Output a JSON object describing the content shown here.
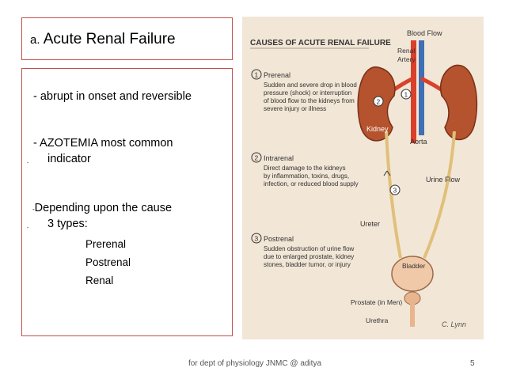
{
  "title": {
    "prefix": "a.",
    "text": "Acute Renal Failure"
  },
  "bullets": {
    "onset": "- abrupt in onset and reversible",
    "azotemia_1": "- AZOTEMIA most common",
    "azotemia_2": "indicator",
    "depending_dash": "-",
    "depending": "Depending upon the cause",
    "types": "3 types:",
    "marker": "-"
  },
  "types_list": [
    "Prerenal",
    "Postrenal",
    "Renal"
  ],
  "figure": {
    "heading": "CAUSES OF ACUTE RENAL FAILURE",
    "labels": {
      "blood_flow": "Blood Flow",
      "renal_artery_1": "Renal",
      "renal_artery_2": "Artery",
      "kidney": "Kidney",
      "aorta": "Aorta",
      "urine_flow": "Urine Flow",
      "ureter": "Ureter",
      "bladder": "Bladder",
      "prostate": "Prostate (in Men)",
      "urethra": "Urethra",
      "signature": "C. Lynn"
    },
    "causes": [
      {
        "num": "1",
        "name": "Prerenal",
        "lines": [
          "Sudden and severe drop in blood",
          "pressure (shock) or interruption",
          "of blood flow to the kidneys from",
          "severe injury or illness"
        ]
      },
      {
        "num": "2",
        "name": "Intrarenal",
        "lines": [
          "Direct damage to the kidneys",
          "by inflammation, toxins, drugs,",
          "infection, or reduced blood supply"
        ]
      },
      {
        "num": "3",
        "name": "Postrenal",
        "lines": [
          "Sudden obstruction of urine flow",
          "due to enlarged prostate, kidney",
          "stones, bladder tumor, or injury"
        ]
      }
    ],
    "colors": {
      "background": "#f2e6d6",
      "kidney": "#b4532e",
      "artery": "#d9412b",
      "ureter": "#e0c07a",
      "bladder": "#f0c9a8"
    }
  },
  "footer": {
    "text": "for dept of physiology JNMC @ aditya",
    "page": "5"
  }
}
